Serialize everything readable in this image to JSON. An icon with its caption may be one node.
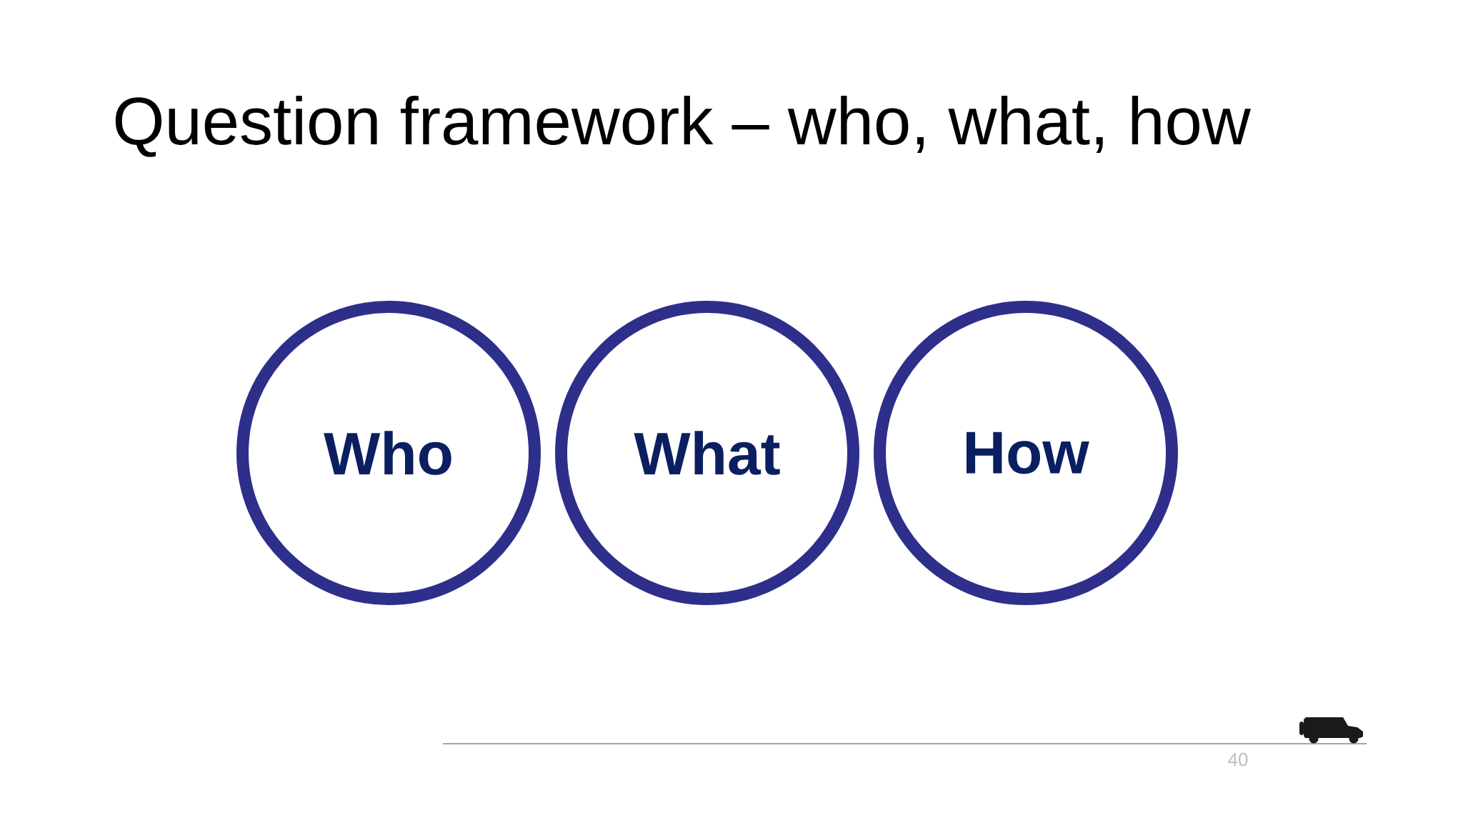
{
  "diagram": {
    "title": "Question framework – who, what, how",
    "nodes": [
      {
        "text": [
          "Who"
        ]
      },
      {
        "text": [
          "What"
        ]
      },
      {
        "text": [
          "How"
        ]
      }
    ],
    "labels": [
      "40"
    ]
  }
}
